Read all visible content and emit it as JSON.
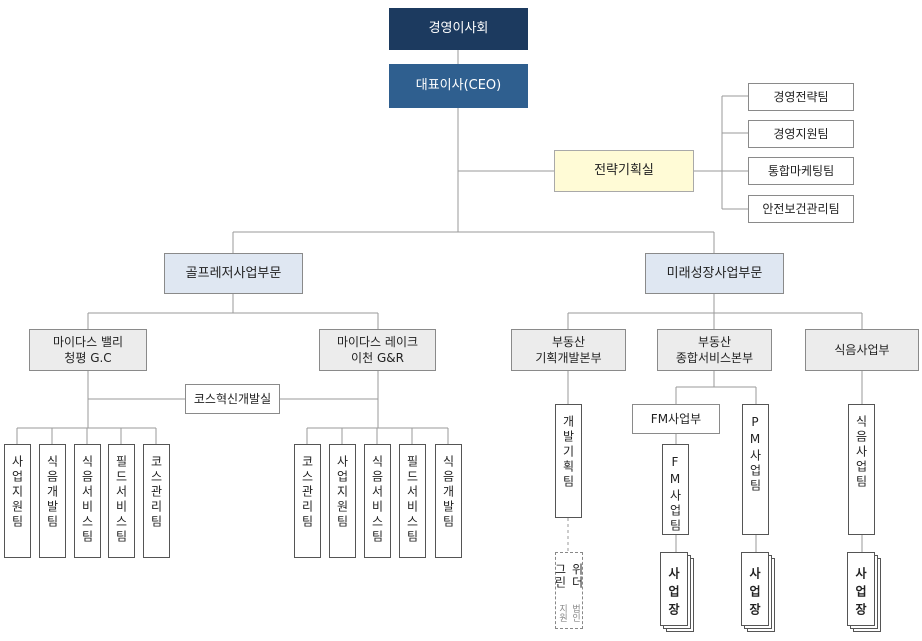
{
  "board": "경영이사회",
  "ceo": "대표이사(CEO)",
  "strategy_office": "전략기획실",
  "staff_teams": [
    "경영전략팀",
    "경영지원팀",
    "통합마케팅팀",
    "안전보건관리팀"
  ],
  "golf_division": {
    "title": "골프레저사업부문",
    "valley": {
      "line1": "마이다스 밸리",
      "line2": "청평 G.C",
      "teams": [
        "사업지원팀",
        "식음개발팀",
        "식음서비스팀",
        "필드서비스팀",
        "코스관리팀"
      ]
    },
    "lake": {
      "line1": "마이다스 레이크",
      "line2": "이천 G&R",
      "teams": [
        "코스관리팀",
        "사업지원팀",
        "식음서비스팀",
        "필드서비스팀",
        "식음개발팀"
      ]
    },
    "course_innovation": "코스혁신개발실"
  },
  "future_division": {
    "title": "미래성장사업부문",
    "realestate_dev": {
      "line1": "부동산",
      "line2": "기획개발본부",
      "team": "개발기획팀",
      "affiliate": "위더그린",
      "affiliate_note": "법인지원"
    },
    "realestate_service": {
      "line1": "부동산",
      "line2": "종합서비스본부",
      "fm_dept": "FM사업부",
      "fm_team": "FM사업팀",
      "pm_team": "PM사업팀",
      "site": "사업장"
    },
    "fnb": {
      "title": "식음사업부",
      "team": "식음사업팀",
      "site": "사업장"
    }
  },
  "colors": {
    "board": "#1c3a5f",
    "ceo": "#2f5f8f",
    "strategy": "#fffbd6",
    "division": "#dfe7f2",
    "unit": "#ececec",
    "line": "#9a9a9a"
  }
}
